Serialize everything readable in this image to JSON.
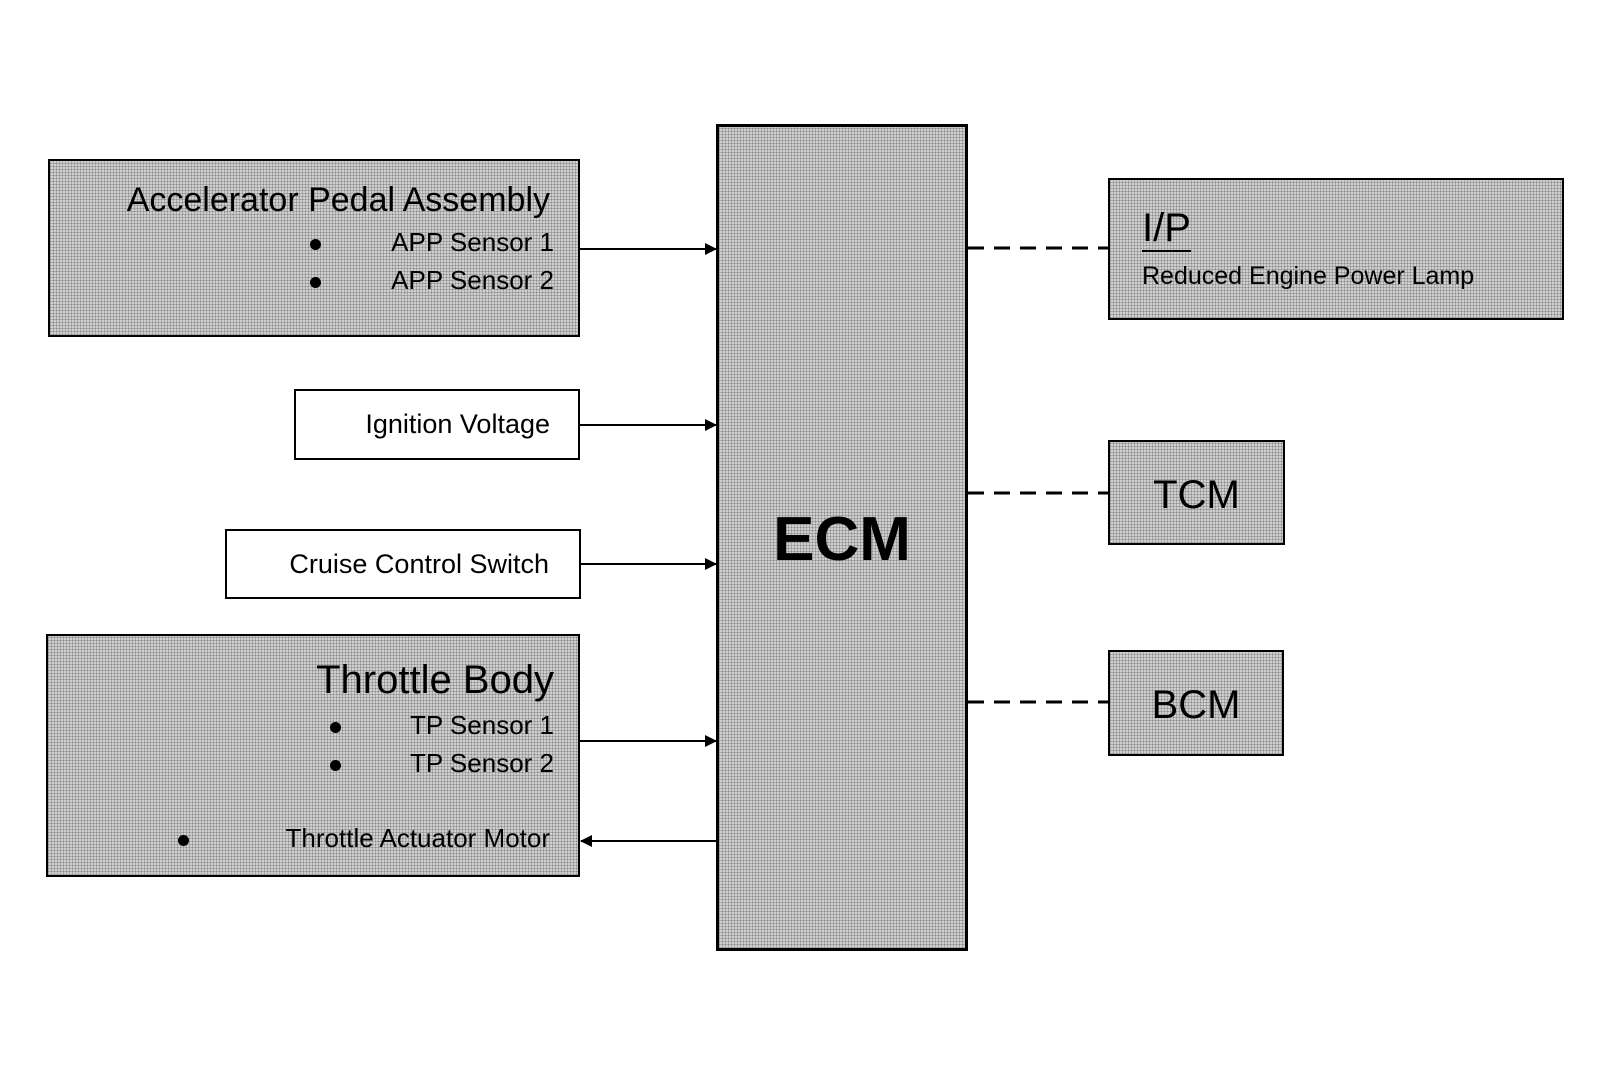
{
  "inputs": {
    "app": {
      "title": "Accelerator Pedal Assembly",
      "items": [
        "APP Sensor 1",
        "APP Sensor 2"
      ]
    },
    "ignition": {
      "label": "Ignition Voltage"
    },
    "cruise": {
      "label": "Cruise Control Switch"
    },
    "throttle": {
      "title": "Throttle Body",
      "items": [
        "TP Sensor 1",
        "TP Sensor 2"
      ],
      "motor": "Throttle Actuator Motor"
    }
  },
  "ecm": {
    "label": "ECM"
  },
  "outputs": {
    "ip": {
      "title": "I/P",
      "lamp": "Reduced Engine Power Lamp"
    },
    "tcm": {
      "label": "TCM"
    },
    "bcm": {
      "label": "BCM"
    }
  }
}
